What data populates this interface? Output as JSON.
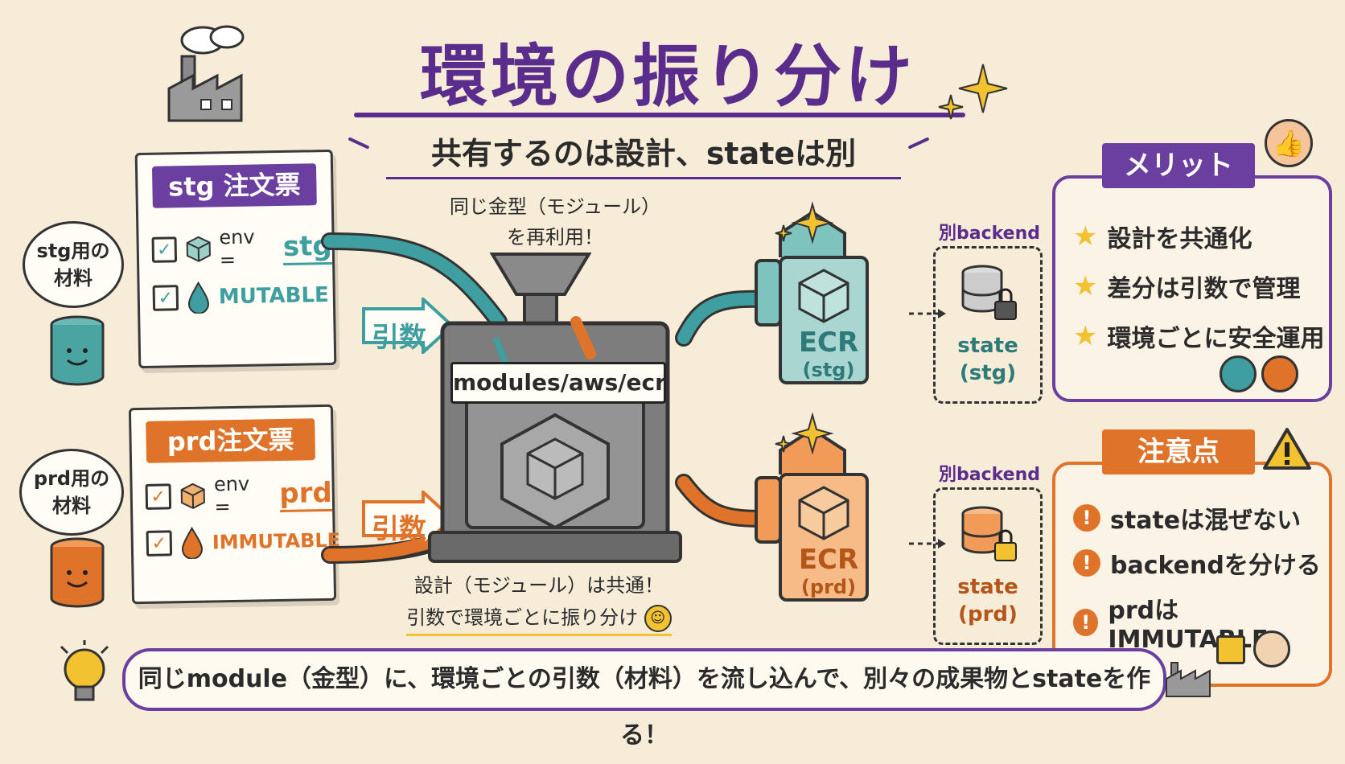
{
  "title": "環境の振り分け",
  "subtitle": "共有するのは設計、stateは別",
  "reuse_note": [
    "同じ金型（モジュール）",
    "を再利用！"
  ],
  "stg": {
    "order_title": "stg 注文票",
    "env_key": "env =",
    "env_value": "stg",
    "mutability": "MUTABLE",
    "material_lines": [
      "stg用の",
      "材料"
    ],
    "arg_label": "引数",
    "backend_label": "別backend",
    "ecr_title": "ECR",
    "ecr_env": "(stg)",
    "state_title": "state",
    "state_env": "(stg)",
    "color": "#3f9ea0"
  },
  "prd": {
    "order_title": "prd注文票",
    "env_key": "env =",
    "env_value": "prd",
    "mutability": "IMMUTABLE",
    "material_lines": [
      "prd用の",
      "材料"
    ],
    "arg_label": "引数",
    "backend_label": "別backend",
    "ecr_title": "ECR",
    "ecr_env": "(prd)",
    "state_title": "state",
    "state_env": "(prd)",
    "color": "#e0732a"
  },
  "machine_label": "modules/aws/ecr",
  "design_note": [
    "設計（モジュール）は共通！",
    "引数で環境ごとに振り分け"
  ],
  "merits": {
    "title": "メリット",
    "items": [
      "設計を共通化",
      "差分は引数で管理",
      "環境ごとに安全運用"
    ]
  },
  "cautions": {
    "title": "注意点",
    "items": [
      "stateは混ぜない",
      "backendを分ける",
      "prdは IMMUTABLE"
    ]
  },
  "bottom_message": "同じmodule（金型）に、環境ごとの引数（材料）を流し込んで、別々の成果物とstateを作る！",
  "colors": {
    "purple": "#5a2d8c",
    "teal": "#3f9ea0",
    "orange": "#e0732a",
    "star": "#f2c230"
  }
}
